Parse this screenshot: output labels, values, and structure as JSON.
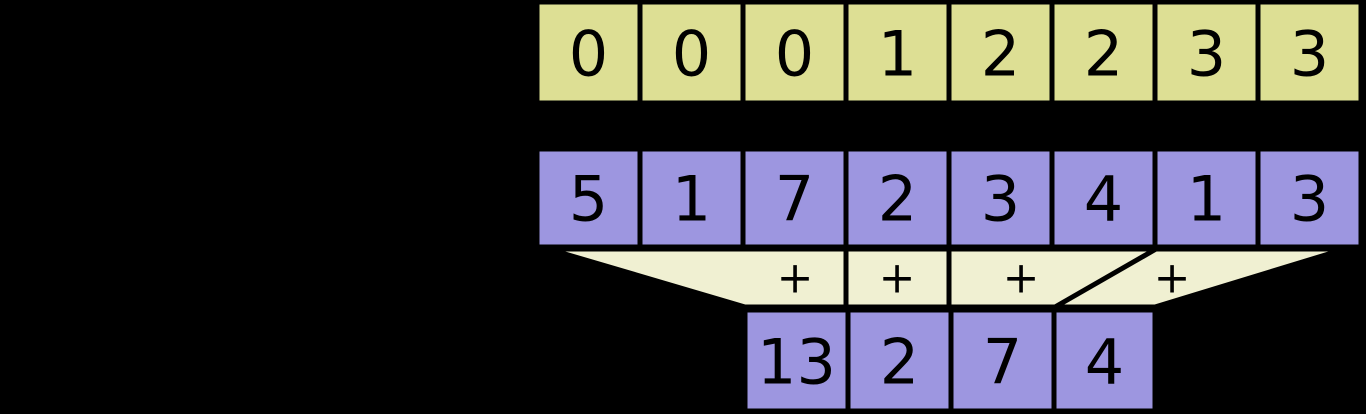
{
  "figure": {
    "kind": "segmented-reduction-diagram",
    "background_color": "#000000",
    "segment_color": "#DDDF94",
    "value_color": "#9D96E0",
    "operator_band_color": "#F0F0D2",
    "outline_color": "#000000"
  },
  "rows": {
    "segment_ids": {
      "name": "segment-ids-row",
      "cells": [
        "0",
        "0",
        "0",
        "1",
        "2",
        "2",
        "3",
        "3"
      ]
    },
    "values": {
      "name": "values-row",
      "cells": [
        "5",
        "1",
        "7",
        "2",
        "3",
        "4",
        "1",
        "3"
      ]
    },
    "operators": {
      "name": "operator-band",
      "cells": [
        "+",
        "+",
        "+",
        "+"
      ]
    },
    "results": {
      "name": "results-row",
      "cells": [
        "13",
        "2",
        "7",
        "4"
      ]
    }
  }
}
